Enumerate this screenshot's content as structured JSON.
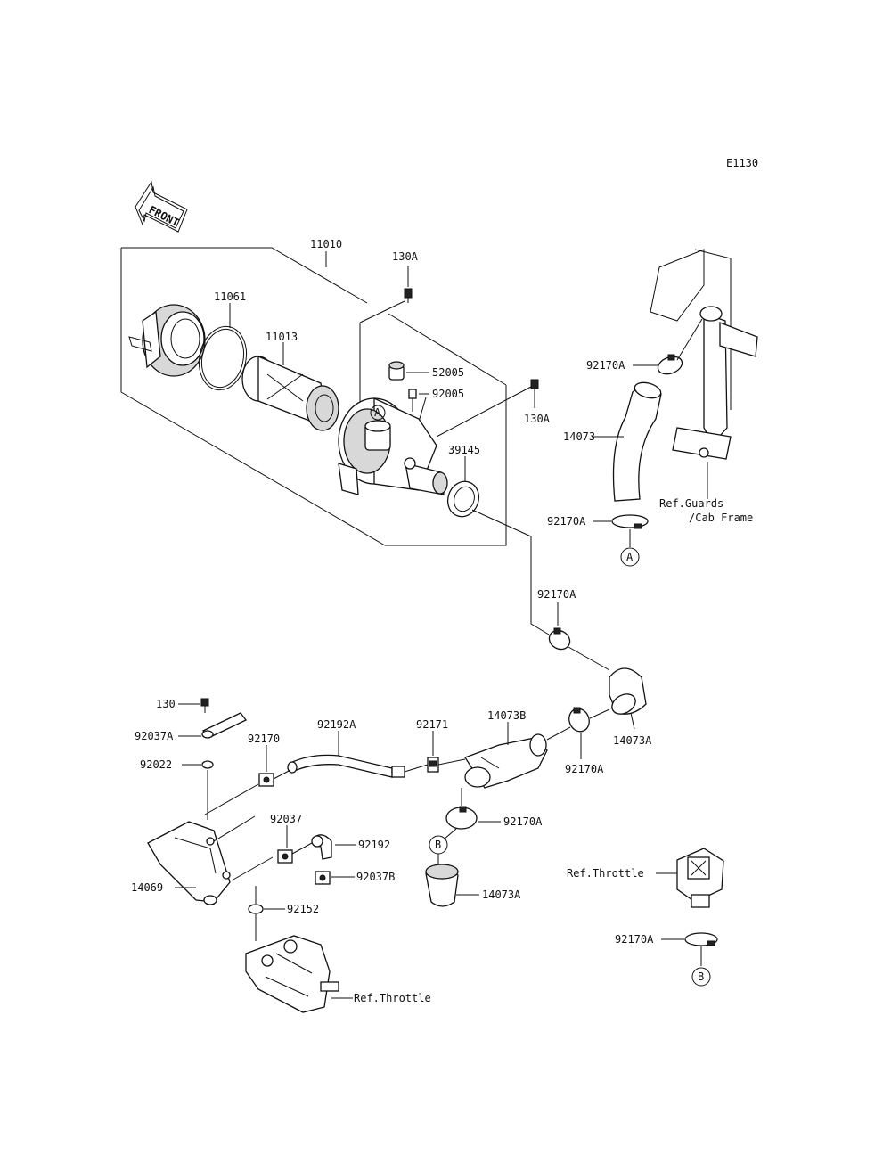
{
  "diagram_code": "E1130",
  "front_label": "FRONT",
  "markers": {
    "a": "A",
    "b": "B"
  },
  "parts": {
    "p11010": "11010",
    "p130A_top": "130A",
    "p11061": "11061",
    "p11013": "11013",
    "p52005": "52005",
    "p92005": "92005",
    "p130A_right": "130A",
    "p39145": "39145",
    "p92170A_1": "92170A",
    "p14073": "14073",
    "p92170A_2": "92170A",
    "p92170A_3": "92170A",
    "p14073A_1": "14073A",
    "p92170A_4": "92170A",
    "p14073B": "14073B",
    "p92171": "92171",
    "p92192A": "92192A",
    "p92170": "92170",
    "p130": "130",
    "p92037A": "92037A",
    "p92022": "92022",
    "p92037": "92037",
    "p92192": "92192",
    "p92037B": "92037B",
    "p92170A_5": "92170A",
    "p14073A_2": "14073A",
    "p14069": "14069",
    "p92152": "92152",
    "p92170A_6": "92170A"
  },
  "references": {
    "guards": "Ref.Guards",
    "cab_frame": "/Cab Frame",
    "throttle_right": "Ref.Throttle",
    "throttle_bottom": "Ref.Throttle"
  }
}
